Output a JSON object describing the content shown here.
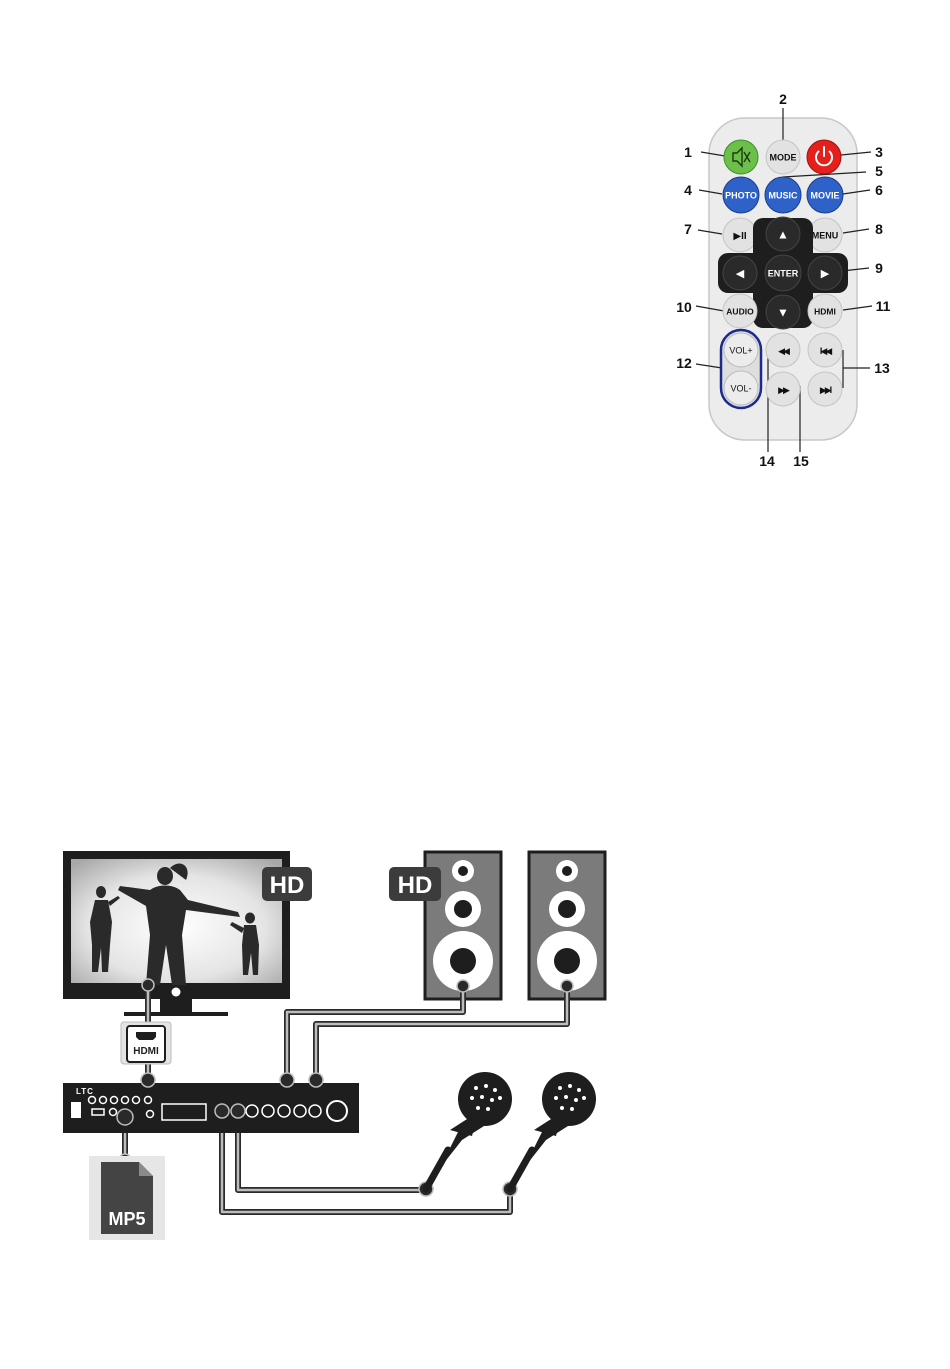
{
  "remote": {
    "buttons": {
      "mute": "",
      "mode": "MODE",
      "power": "",
      "photo": "PHOTO",
      "music": "MUSIC",
      "movie": "MOVIE",
      "play_pause": "▶II",
      "menu": "MENU",
      "up": "▲",
      "left": "◀",
      "enter": "ENTER",
      "right": "▶",
      "down": "▼",
      "audio": "AUDIO",
      "hdmi": "HDMI",
      "vol_up": "VOL+",
      "vol_down": "VOL-",
      "rewind": "◀◀",
      "fast_forward": "▶▶",
      "previous": "I◀◀",
      "next": "▶▶I"
    },
    "callouts": [
      "1",
      "2",
      "3",
      "4",
      "5",
      "6",
      "7",
      "8",
      "9",
      "10",
      "11",
      "12",
      "13",
      "14",
      "15"
    ],
    "colors": {
      "body": "#ececec",
      "mute": "#6cc04a",
      "power": "#e3201b",
      "media": "#2f62c9",
      "dpad": "#1e1e1e",
      "volume_outline": "#1c2a8c"
    }
  },
  "setup": {
    "tv_badge": "HD",
    "speaker_badge": "HD",
    "hdmi_label": "HDMI",
    "file_label": "MP5",
    "device_logo": "LTC"
  }
}
